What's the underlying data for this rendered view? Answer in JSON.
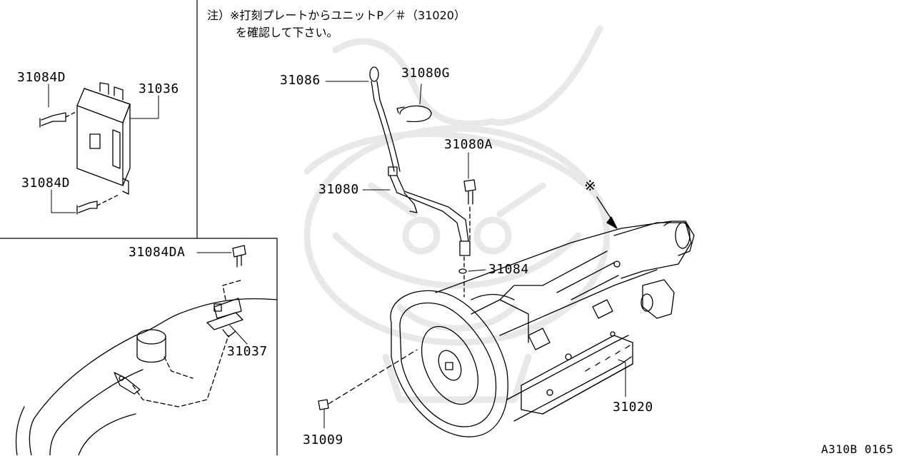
{
  "note": {
    "line1": "注）※打刻プレートからユニットP／＃（31020）",
    "line2": "を確認して下さい。"
  },
  "callouts": {
    "p31084D_top": "31084D",
    "p31036": "31036",
    "p31084D_bottom": "31084D",
    "p31084DA": "31084DA",
    "p31037": "31037",
    "p31086": "31086",
    "p31080G": "31080G",
    "p31080A": "31080A",
    "p31080": "31080",
    "p31084": "31084",
    "p31009": "31009",
    "p31020": "31020"
  },
  "marker": "※",
  "figure_code": "A310B 0165"
}
